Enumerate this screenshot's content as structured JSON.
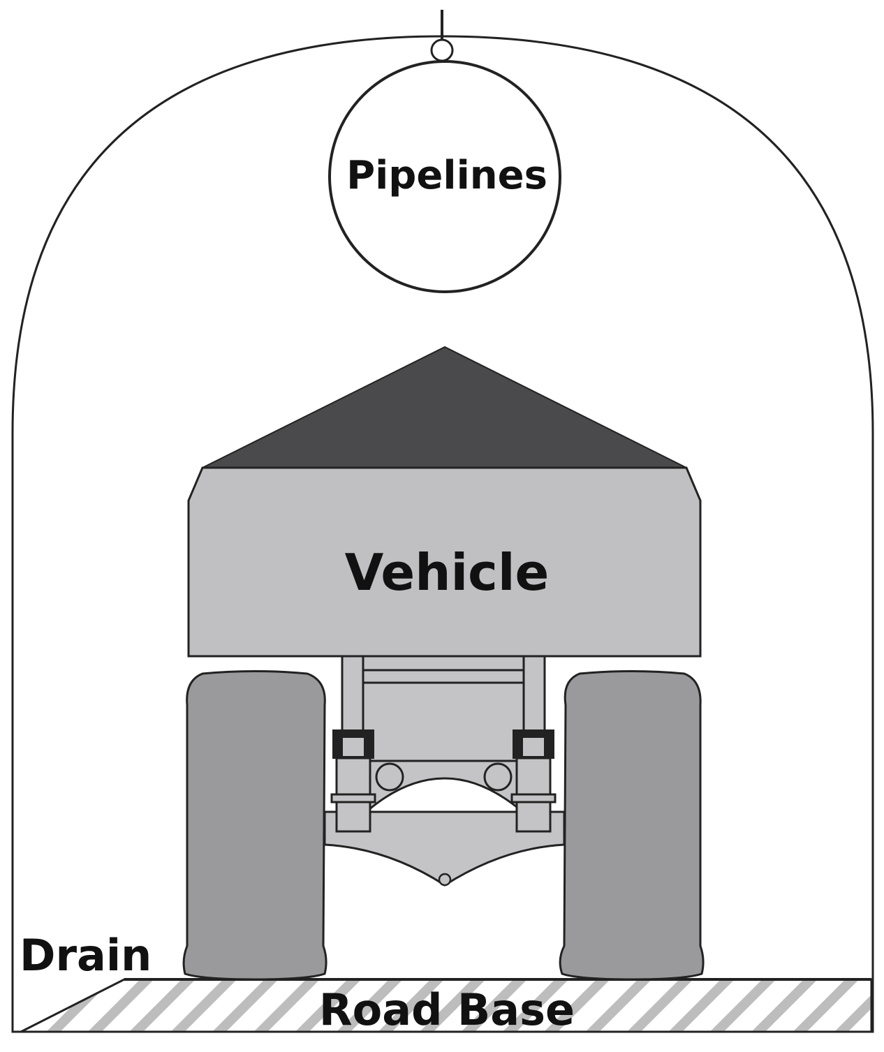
{
  "labels": {
    "pipelines": "Pipelines",
    "vehicle": "Vehicle",
    "drain": "Drain",
    "road_base": "Road Base"
  },
  "colors": {
    "outline": "#222222",
    "vehicle_body": "#c0c0c2",
    "vehicle_roof": "#4a4a4c",
    "tire": "#9a9a9c",
    "chassis": "#c4c4c6",
    "hatch": "#bdbdbd",
    "background": "#ffffff"
  }
}
